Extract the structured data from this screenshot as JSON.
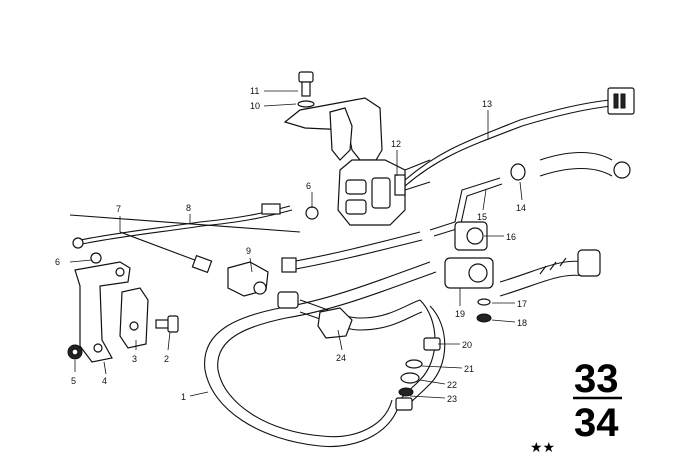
{
  "callouts": [
    "1",
    "2",
    "3",
    "4",
    "5",
    "6",
    "6",
    "7",
    "8",
    "9",
    "10",
    "11",
    "12",
    "13",
    "14",
    "15",
    "16",
    "17",
    "18",
    "19",
    "20",
    "21",
    "22",
    "23",
    "24"
  ],
  "section": {
    "top": "33",
    "bottom": "34"
  },
  "stars": "★★"
}
